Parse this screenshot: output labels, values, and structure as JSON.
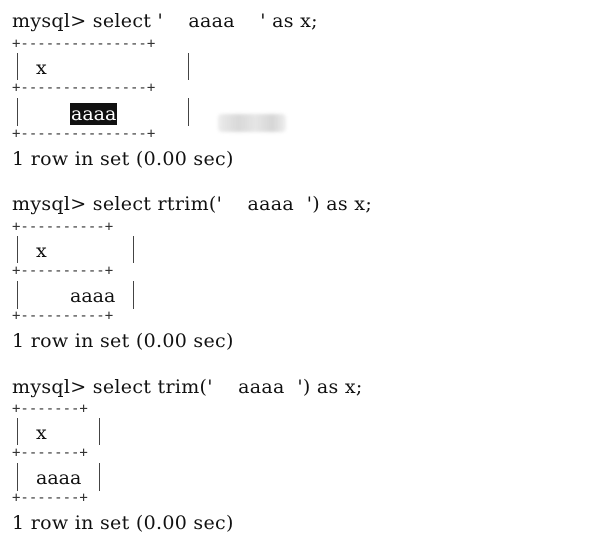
{
  "queries": [
    {
      "prompt": "mysql> select '    aaaa    ' as x;",
      "table_top_border": "+---------------+",
      "header": "x",
      "table_mid_border": "+---------------+",
      "value": "aaaa",
      "table_bottom_border": "+---------------+",
      "result": "1 row in set (0.00 sec)"
    },
    {
      "prompt": "mysql> select rtrim('    aaaa  ') as x;",
      "table_top_border": "+----------+",
      "header": "x",
      "table_mid_border": "+----------+",
      "value": "aaaa",
      "table_bottom_border": "+----------+",
      "result": "1 row in set (0.00 sec)"
    },
    {
      "prompt": "mysql> select trim('    aaaa  ') as x;",
      "table_top_border": "+-------+",
      "header": "x",
      "table_mid_border": "+-------+",
      "value": "aaaa",
      "table_bottom_border": "+-------+",
      "result": "1 row in set (0.00 sec)"
    }
  ],
  "colors": {
    "background": "#ffffff",
    "text": "#111111",
    "selection_bg": "#111111",
    "selection_fg": "#ffffff"
  }
}
